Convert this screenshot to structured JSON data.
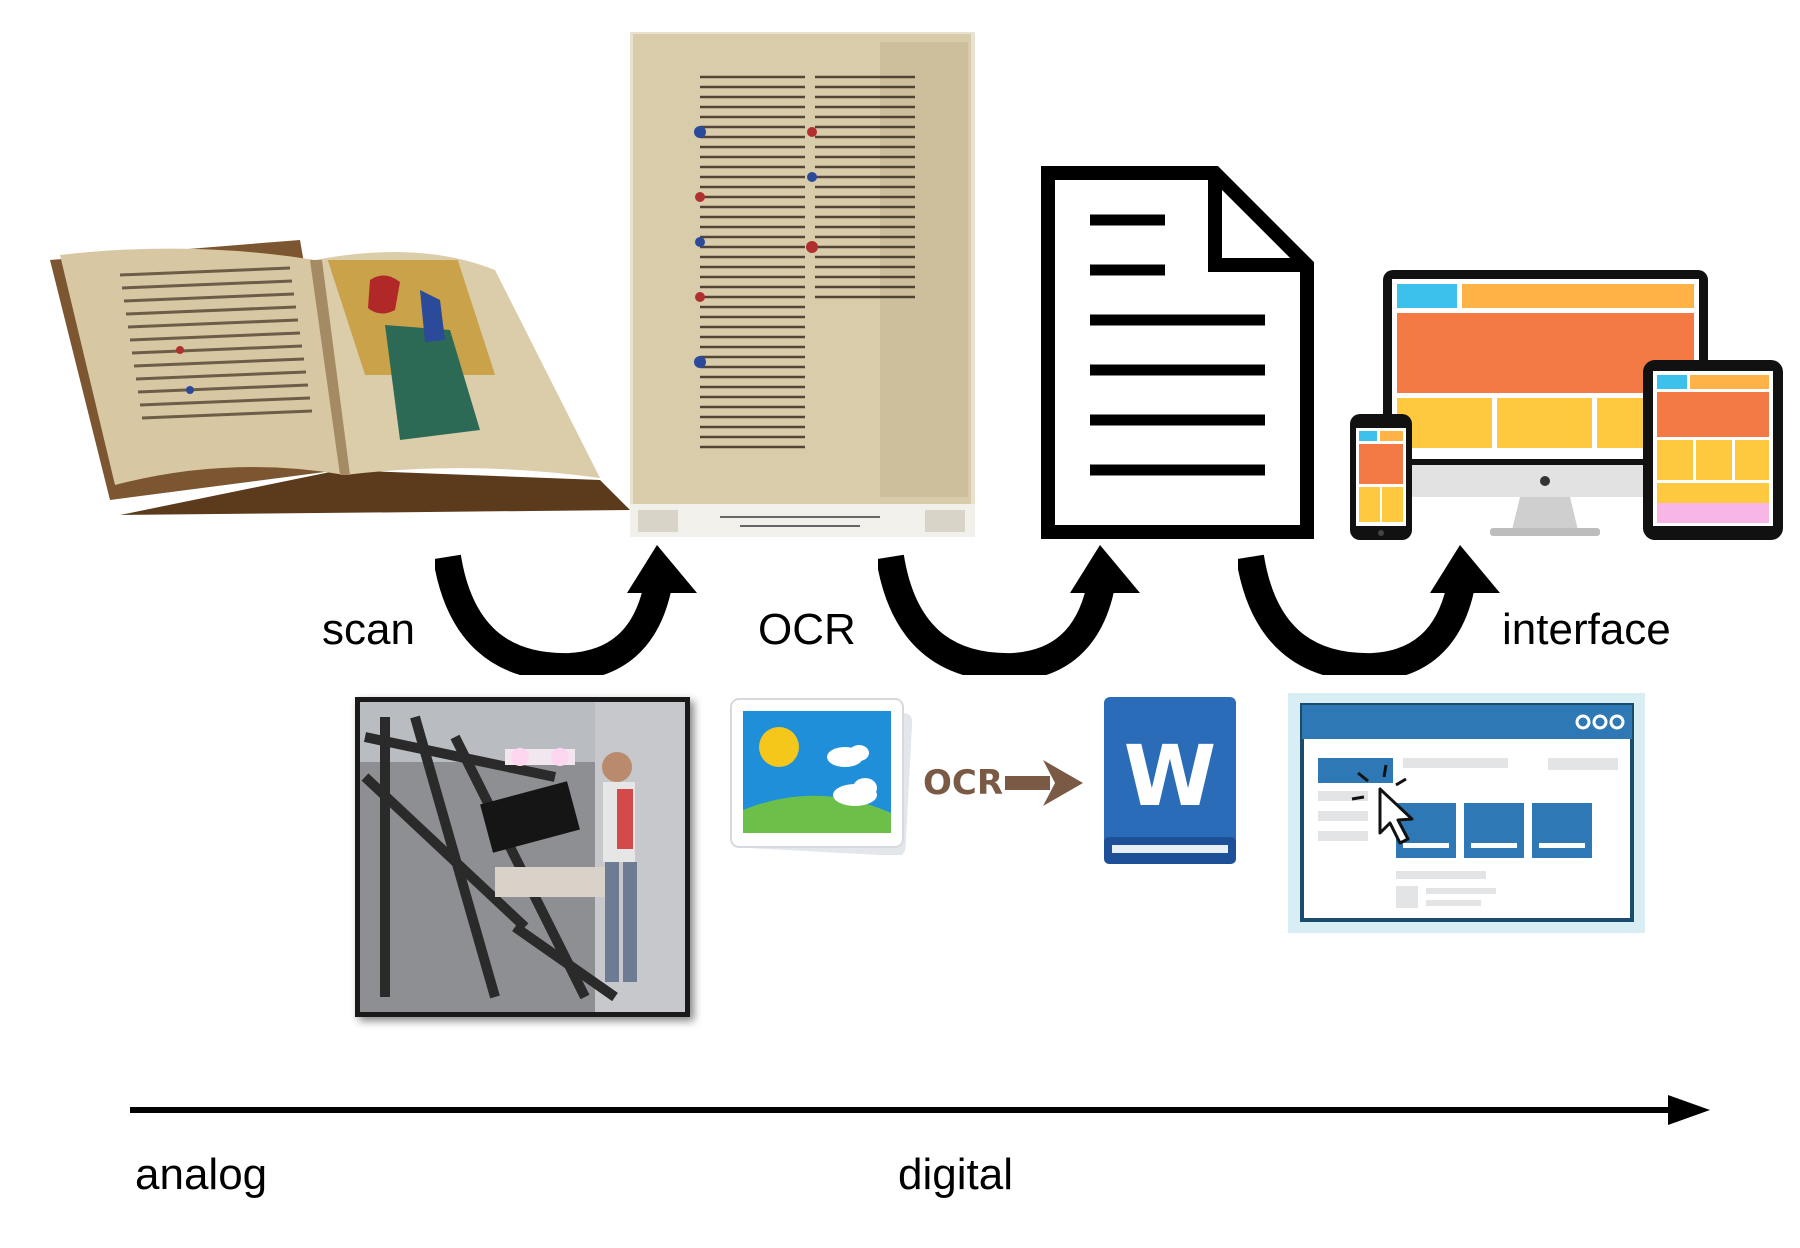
{
  "steps": {
    "scan": "scan",
    "ocr": "OCR",
    "interface": "interface"
  },
  "inline_ocr": "OCR",
  "timeline": {
    "start": "analog",
    "end": "digital"
  },
  "icons": {
    "book": "open-manuscript-book",
    "page": "scanned-manuscript-page",
    "document": "text-document-icon",
    "devices": "responsive-devices-icon",
    "scanner": "book-scanner-photo",
    "image": "image-file-icon",
    "word": "word-document-icon",
    "browser": "browser-window-icon"
  },
  "colors": {
    "arrow": "#000000",
    "ocr_arrow": "#7a5a44",
    "word_blue": "#2b6cb8",
    "browser_blue": "#2e79b5",
    "device_orange": "#f47a45",
    "device_yellow": "#ffc93f",
    "device_cyan": "#3cc1ec"
  }
}
